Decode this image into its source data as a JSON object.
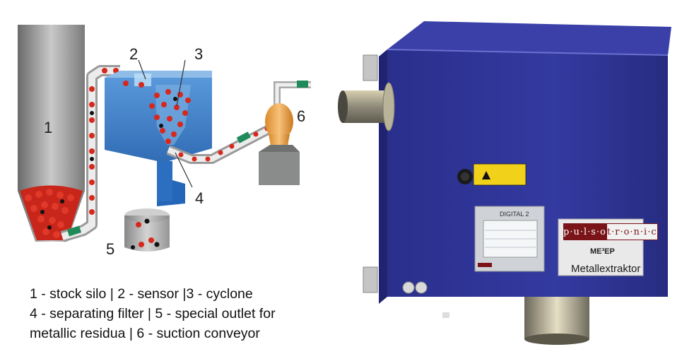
{
  "diagram": {
    "labels": {
      "silo": "1",
      "sensor": "2",
      "cyclone": "3",
      "filter": "4",
      "outlet": "5",
      "conveyor": "6"
    },
    "legend_lines": [
      "1 - stock silo | 2 - sensor |3 - cyclone",
      "4 - separating filter | 5 - special outlet for",
      "metallic residua | 6 - suction conveyor"
    ]
  },
  "device": {
    "brand_part1": "p·u·l·s·o",
    "brand_part2": "t·r·o·n·i·c",
    "model_name": "Metallextraktor",
    "logo_text": "ME³EP",
    "screen_label": "DIGITAL 2",
    "colors": {
      "cabinet": "#2e3192",
      "accent": "#7a1418"
    }
  }
}
